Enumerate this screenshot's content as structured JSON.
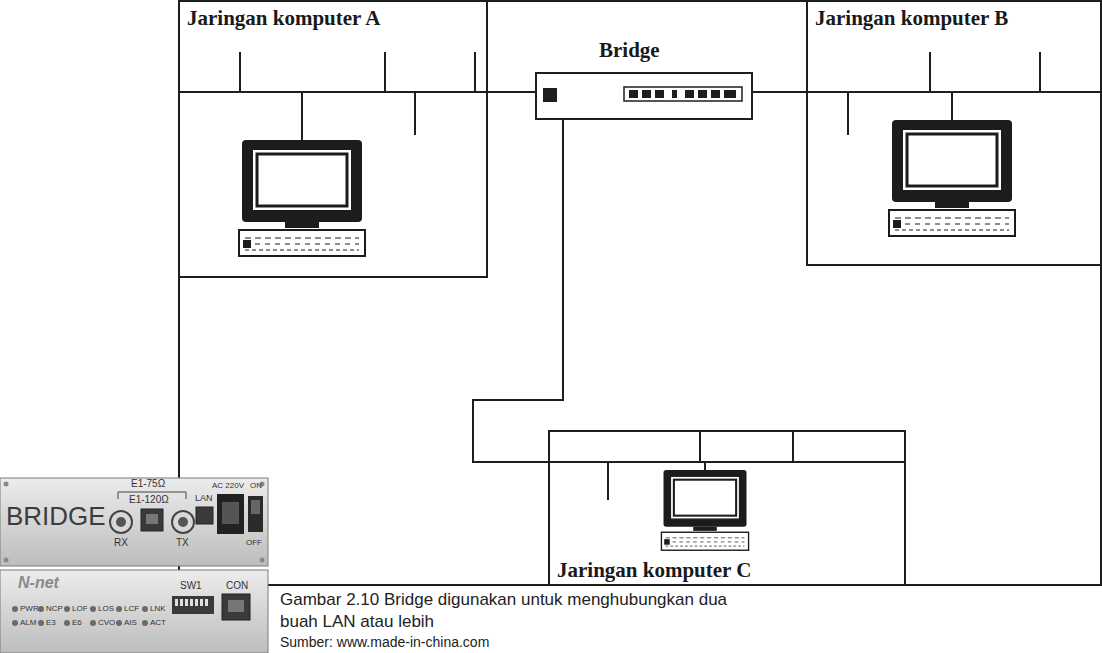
{
  "diagram": {
    "caption": "Gambar 2.10 Bridge digunakan untuk menghubungkan dua buah LAN atau lebih",
    "nodes": [
      {
        "text": [
          "Jaringan komputer A"
        ]
      },
      {
        "text": [
          "Bridge"
        ]
      },
      {
        "text": [
          "Jaringan komputer B"
        ]
      },
      {
        "text": [
          "Jaringan komputer C"
        ]
      }
    ],
    "edges": [
      {
        "from": 0,
        "to": 1,
        "arrow": "none"
      },
      {
        "from": 1,
        "to": 2,
        "arrow": "none"
      },
      {
        "from": 1,
        "to": 3,
        "arrow": "none"
      }
    ],
    "labels": [
      "Sumber: www.made-in-china.com",
      "BRIDGE",
      "E1-75Ω",
      "E1-120Ω",
      "RX",
      "TX",
      "LAN",
      "AC 220V",
      "ON",
      "OFF",
      "N-net",
      "SW1",
      "CON",
      "PWR",
      "NCP",
      "LOF",
      "LOS",
      "LCF",
      "LNK",
      "ALM",
      "E3",
      "E6",
      "CVO",
      "AIS",
      "ACT"
    ]
  }
}
